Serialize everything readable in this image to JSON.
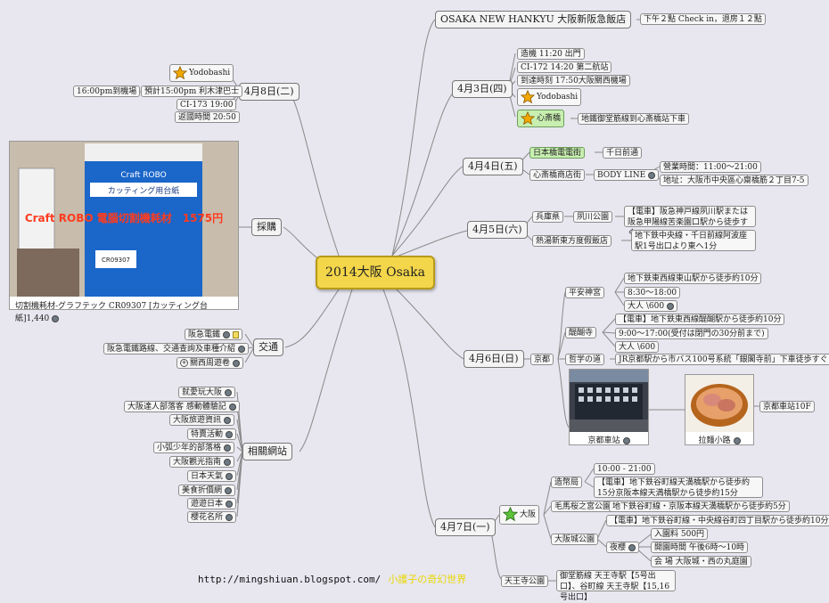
{
  "center": "2014大阪 Osaka",
  "hotel": {
    "title": "OSAKA NEW HANKYU 大阪新阪急飯店",
    "checkin": "下午２點 Check in，退房１２點"
  },
  "apr3": {
    "label": "4月3日(四)",
    "items": [
      "造機 11:20 出門",
      "CI-172 14:20 第二航站",
      "到達時刻 17:50大阪關西機場",
      "Yodobashi",
      "心斎橋"
    ],
    "shinsaibashi_note": "地鐵御堂筋線到心斎橋站下車"
  },
  "apr4": {
    "label": "4月4日(五)",
    "nihonbashi": "日本橋電電街",
    "sennichimae": "千日前通",
    "shinsaibashi_street": "心斎橋商店街",
    "bodyline": "BODY LINE",
    "hours": "營業時間：11:00～21:00",
    "address": "地址：大阪市中央區心齋橋筋２丁目7-5"
  },
  "apr5": {
    "label": "4月5日(六)",
    "hyogo": "兵庫県",
    "shukugawa": "夙川公園",
    "shukugawa_note": "【電車】阪急神戸線夙川駅または阪急甲陽線苦楽園口駅から徒歩すぐ",
    "hotel_spa": "熱湯新東方度假飯店",
    "spa_note": "地下鉄中央線・千日前線阿波座駅1号出口より東へ1分"
  },
  "apr6": {
    "label": "4月6日(日)",
    "kyoto": "京都",
    "heian": "平安神宮",
    "heian_access": "地下鉄東西線東山駅から徒歩約10分",
    "heian_hours": "8:30～18:00",
    "heian_fee": "大人 \\600",
    "daigo": "醍醐寺",
    "daigo_access": "【電車】地下鉄東西線醍醐駅から徒歩約10分",
    "daigo_hours": "9:00～17:00(受付は閉門の30分前まで)",
    "daigo_fee": "大人 \\600",
    "philosopher": "哲学の道",
    "philosopher_access": "JR京都駅から市バス100号系統「銀閣寺前」下車徒歩すぐ",
    "kyoto_station": "京都車站",
    "ramen": "拉麵小路",
    "kyoto_10f": "京都車站10F"
  },
  "apr7": {
    "label": "4月7日(一)",
    "osaka": "大阪",
    "zoheikyoku": "造幣局",
    "zo_hours": "10:00 - 21:00",
    "zo_access": "【電車】地下鉄谷町線天満橋駅から徒歩約15分京阪本線天満橋駅から徒歩約15分",
    "kema": "毛馬桜之宮公園",
    "kema_access": "地下鉄谷町線・京阪本線天満橋駅から徒歩約5分",
    "castle": "大阪城公園",
    "castle_access": "【電車】地下鉄谷町線・中央線谷町四丁目駅から徒歩約10分",
    "castle_fee": "入園料 500円",
    "yozakura": "夜櫻",
    "yozakura_hours": "開園時間 午後6時～10時",
    "yozakura_venue": "会 場 大阪城・西の丸庭園",
    "tennoji": "天王寺公園",
    "tennoji_access": "御堂筋線 天王寺駅【5号出口】、谷町線 天王寺駅【15,16号出口】"
  },
  "apr8": {
    "label": "4月8日(二)",
    "yodobashi": "Yodobashi",
    "plan": "預計15:00pm 利木津巴士",
    "airport": "16:00pm到機場",
    "flight": "CI-173 19:00",
    "return": "返國時間 20:50"
  },
  "shopping": {
    "label": "採購",
    "caption": "切割機耗材-グラフテック CR09307 [カッティング台紙]1,440",
    "photo_text": "Craft ROBO 電腦切割機耗材　1575円",
    "box_brand": "Craft ROBO",
    "box_title": "カッティング用台紙",
    "box_code": "CR09307"
  },
  "traffic": {
    "label": "交通",
    "items": [
      "阪急電鐵",
      "阪急電鐵路線、交通查詢及車種介紹",
      "關西周遊卷"
    ]
  },
  "sites": {
    "label": "相關網站",
    "items": [
      "就愛玩大阪",
      "大阪達人部落客 感動體驗記",
      "大阪旅遊資訊",
      "特賣活動",
      "小弧少年的部落格",
      "大阪觀光指南",
      "日本天氣",
      "美食折價網",
      "遊遊日本",
      "櫻花名所"
    ]
  },
  "footer": {
    "url": "http://mingshiuan.blogspot.com/",
    "blog": "小護子の奇幻世界"
  },
  "colors": {
    "center": "#f3d64a",
    "green_node": "#c8efb0",
    "background": "#e8e6ef"
  }
}
